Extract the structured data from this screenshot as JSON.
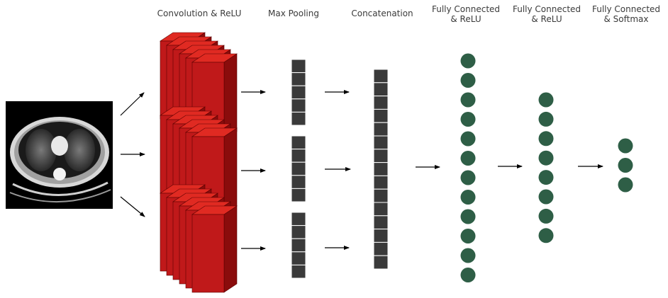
{
  "headers": {
    "conv": "Convolution & ReLU",
    "pool": "Max Pooling",
    "concat": "Concatenation",
    "fc1": [
      "Fully Connected",
      "& ReLU"
    ],
    "fc2": [
      "Fully Connected",
      "& ReLU"
    ],
    "fc3": [
      "Fully Connected",
      "& Softmax"
    ]
  },
  "colors": {
    "conv_front": "#c0191a",
    "conv_top": "#e02a22",
    "conv_side": "#8a0c0c",
    "pool_cell": "#3a3a3a",
    "neuron": "#2e5e46",
    "arrow": "#000000",
    "scan_bg": "#000000"
  },
  "image": {
    "icon": "ct-scan-lung-icon"
  },
  "network": {
    "conv_branches": 3,
    "filters_per_branch": 6,
    "pool_cells_per_branch": 5,
    "concat_cells": 15,
    "fc1_neurons": 12,
    "fc2_neurons": 8,
    "fc3_neurons": 3
  }
}
